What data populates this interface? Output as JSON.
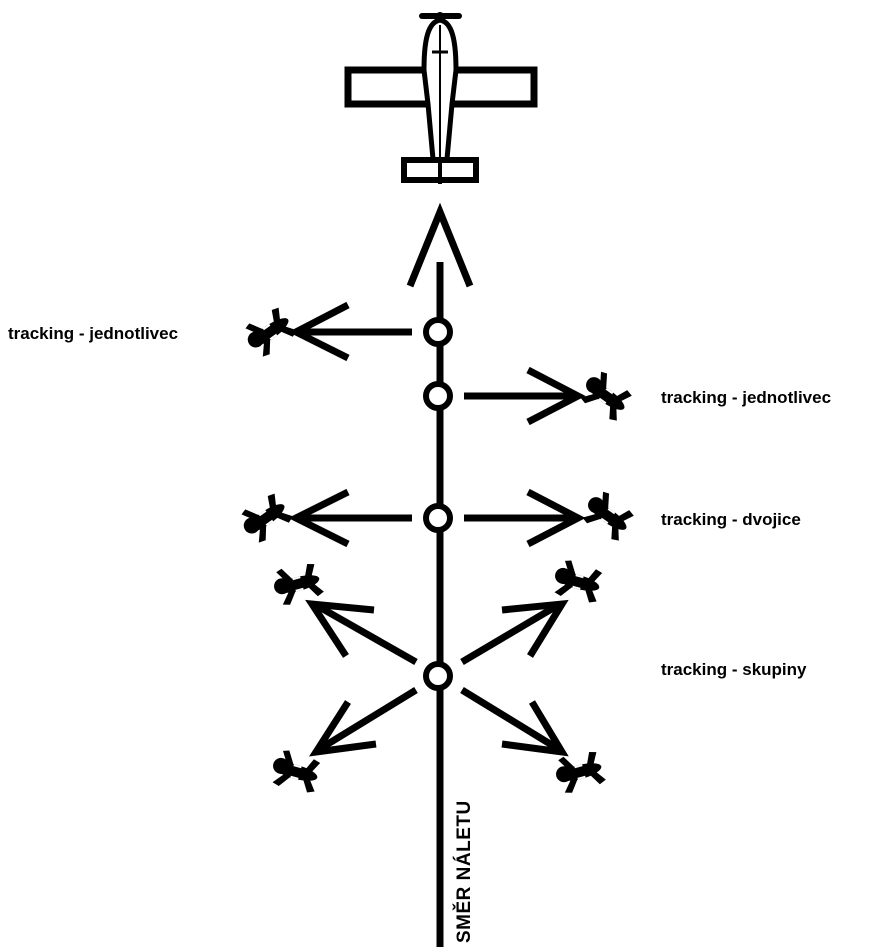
{
  "labels": {
    "tracking_single_left": "tracking - jednotlivec",
    "tracking_single_right": "tracking - jednotlivec",
    "tracking_pair": "tracking - dvojice",
    "tracking_groups": "tracking - skupiny",
    "flight_direction": "SMĚR NÁLETU"
  },
  "colors": {
    "ink": "#000000",
    "background": "#ffffff"
  },
  "icons": {
    "aircraft": "airplane-icon",
    "skydiver": "skydiver-icon"
  }
}
